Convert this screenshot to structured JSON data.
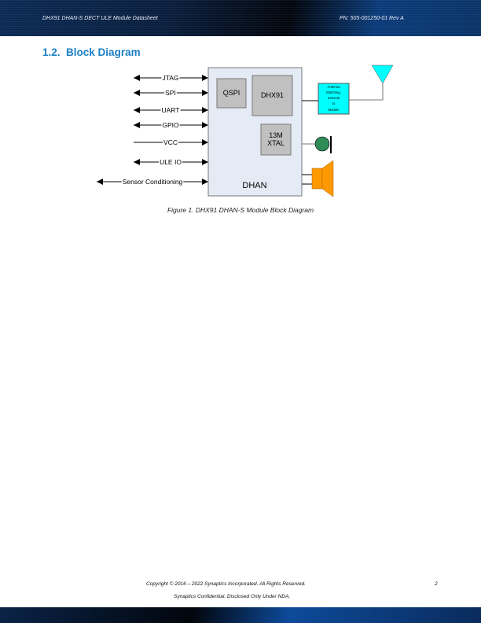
{
  "header": {
    "doc_title": "DHX91 DHAN-S DECT ULE Module Datasheet",
    "part_number": "PN: 505-001250-01 Rev A"
  },
  "section": {
    "number": "1.2.",
    "title": "Block Diagram"
  },
  "diagram": {
    "signals": [
      "JTAG",
      "SPI",
      "UART",
      "GPIO",
      "VCC",
      "ULE IO",
      "Sensor Conditioning"
    ],
    "module_label": "DHAN",
    "blocks": {
      "qspi": "QSPI",
      "dhx91": "DHX91",
      "xtal_line1": "13M",
      "xtal_line2": "XTAL"
    },
    "antenna_matching": [
      "Antenna",
      "Matching,",
      "external",
      "to",
      "Module"
    ],
    "colors": {
      "module_fill": "#e4ebf5",
      "block_fill": "#c0c0c0",
      "antenna": "#00ffff",
      "mic": "#2e8b57",
      "speaker": "#ff9900"
    }
  },
  "caption": "Figure 1. DHX91 DHAN-S Module Block Diagram",
  "footer": {
    "copyright": "Copyright © 2016 – 2022 Synaptics Incorporated. All Rights Reserved.",
    "page": "2",
    "confidential": "Synaptics Confidential. Disclosed Only Under NDA."
  }
}
